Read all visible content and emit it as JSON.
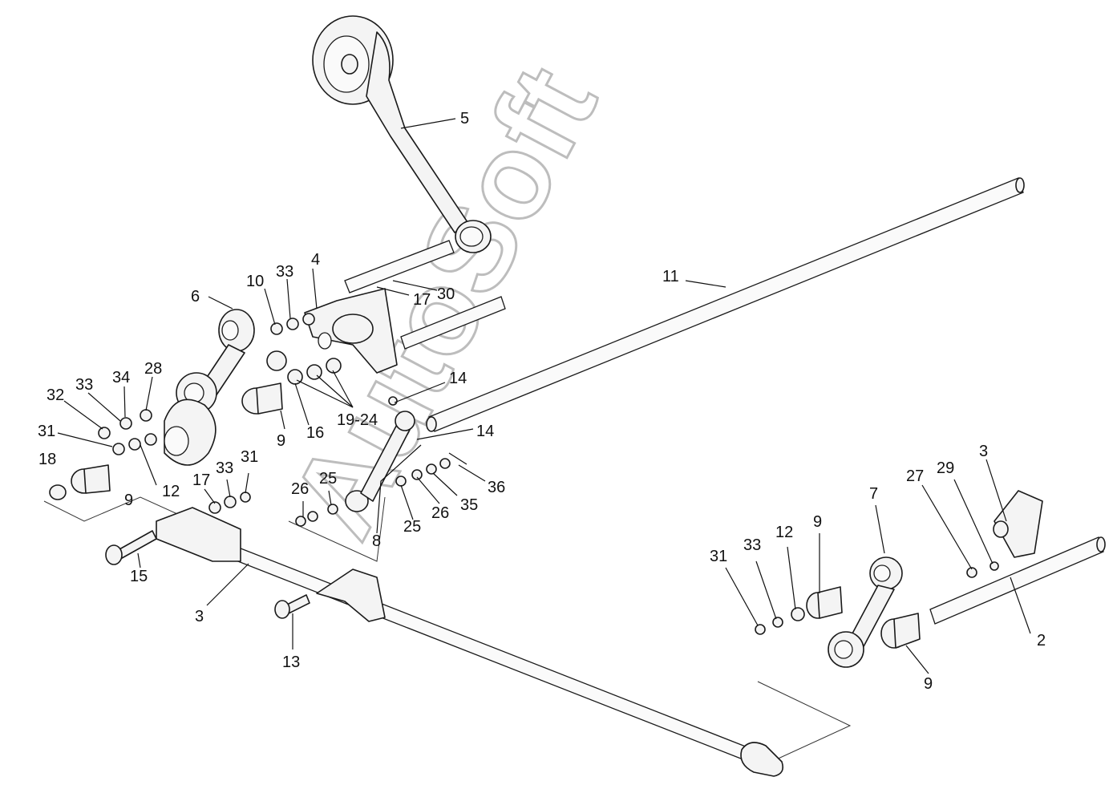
{
  "watermark": "AutoSoft",
  "callouts": [
    "5",
    "4",
    "10",
    "33",
    "6",
    "11",
    "17",
    "30",
    "28",
    "34",
    "33",
    "32",
    "31",
    "19-24",
    "16",
    "9",
    "14",
    "14",
    "18",
    "9",
    "12",
    "17",
    "33",
    "31",
    "26",
    "25",
    "8",
    "25",
    "26",
    "35",
    "36",
    "15",
    "3",
    "13",
    "3",
    "29",
    "27",
    "7",
    "9",
    "12",
    "33",
    "31",
    "2",
    "9"
  ]
}
